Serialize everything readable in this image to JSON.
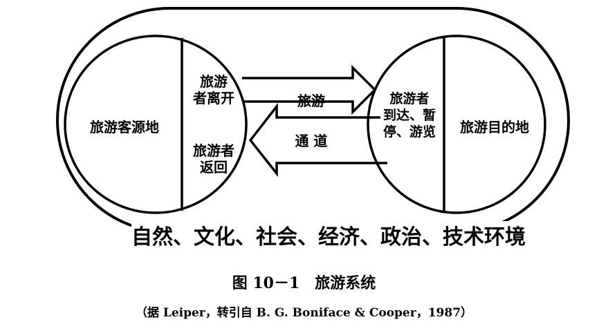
{
  "figure": {
    "environment": "自然、文化、社会、经济、政治、技术环境",
    "origin": "旅游客源地",
    "departing": [
      "旅游",
      "者离开"
    ],
    "returning": [
      "旅游者",
      "返回"
    ],
    "transit_top": "旅游",
    "transit_bottom": "通 道",
    "arriving": [
      "旅游者",
      "到达、暂",
      "停、游览"
    ],
    "destination": "旅游目的地"
  },
  "caption": {
    "title": "图 10－1　旅游系统",
    "source": "（据 Leiper，转引自 B. G. Boniface & Cooper，1987）"
  }
}
